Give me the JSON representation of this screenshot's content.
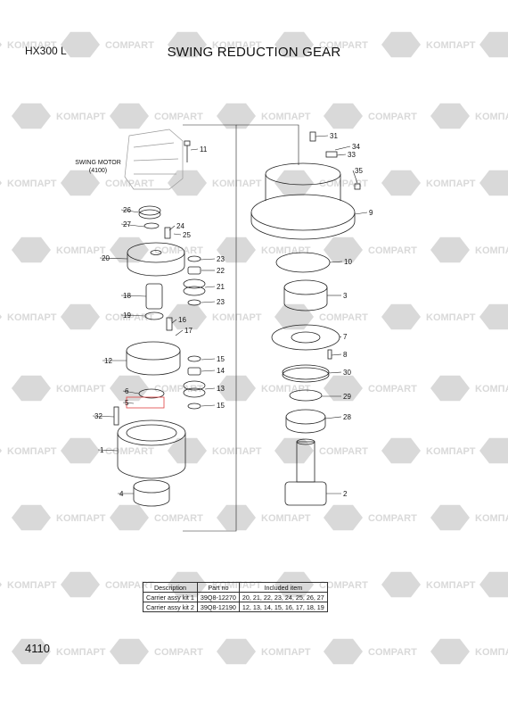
{
  "header": {
    "model": "HX300 L",
    "title": "SWING REDUCTION GEAR"
  },
  "motor_label": [
    "SWING MOTOR",
    "(4100)"
  ],
  "watermark": {
    "brand_a": "KOMПАРТ",
    "brand_b": "COMPART"
  },
  "callouts_left": [
    "11",
    "26",
    "27",
    "24",
    "25",
    "20",
    "23",
    "22",
    "21",
    "23",
    "18",
    "19",
    "16",
    "17",
    "12",
    "15",
    "14",
    "13",
    "15",
    "6",
    "5",
    "32",
    "1",
    "4"
  ],
  "callouts_right": [
    "31",
    "34",
    "33",
    "35",
    "9",
    "10",
    "3",
    "7",
    "8",
    "30",
    "29",
    "28",
    "2"
  ],
  "kits_table": {
    "headers": [
      "Description",
      "Part no",
      "Included item"
    ],
    "rows": [
      [
        "Carrier assy kit 1",
        "39Q8-12270",
        "20, 21, 22, 23, 24, 25, 26, 27"
      ],
      [
        "Carrier assy kit 2",
        "39Q8-12190",
        "12, 13, 14, 15, 16, 17, 18, 19"
      ]
    ]
  },
  "page_number": "4110",
  "colors": {
    "ink": "#222222",
    "watermark": "#d9d9d9",
    "highlight": "#e04040"
  }
}
